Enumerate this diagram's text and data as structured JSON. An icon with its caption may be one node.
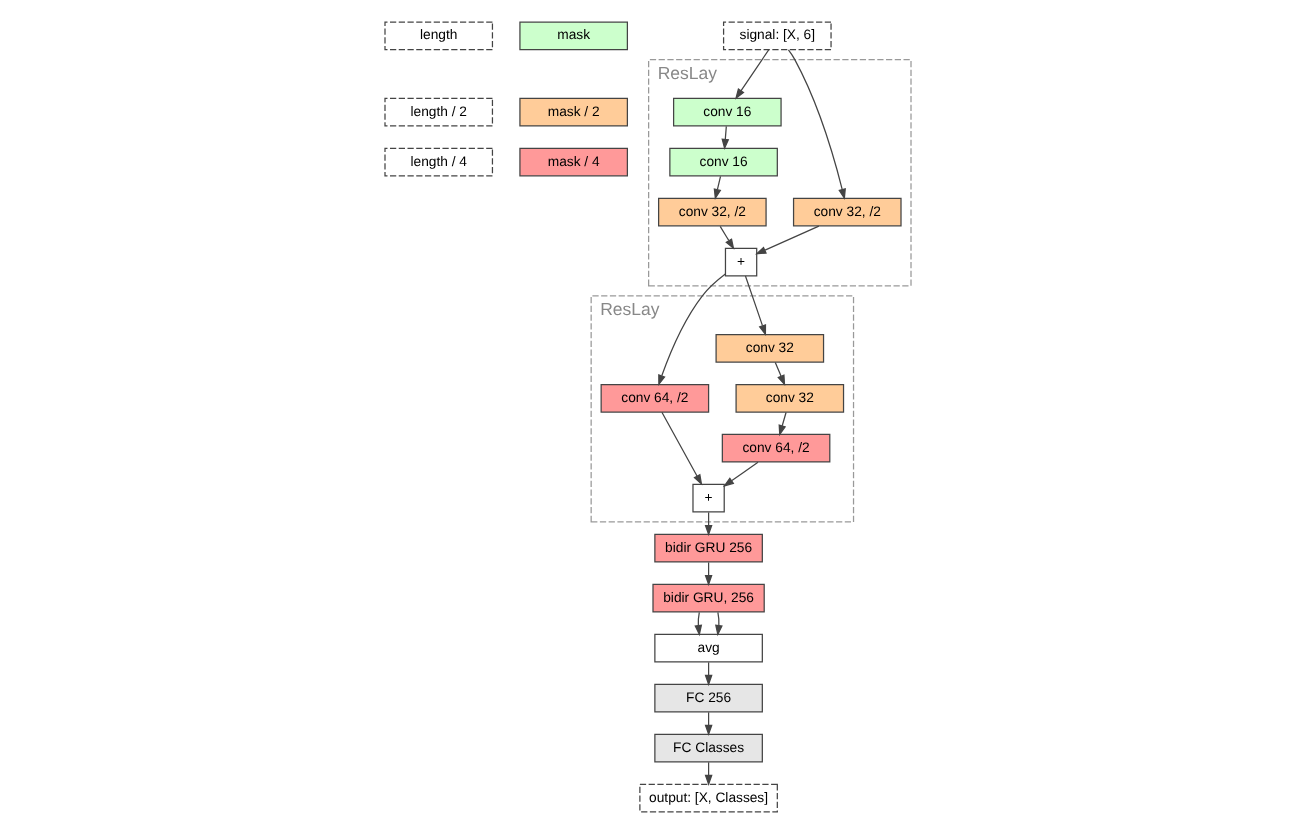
{
  "diagram": {
    "nodes": [
      {
        "text": [
          "length"
        ]
      },
      {
        "text": [
          "mask"
        ]
      },
      {
        "text": [
          "length / 2"
        ]
      },
      {
        "text": [
          "mask / 2"
        ]
      },
      {
        "text": [
          "length / 4"
        ]
      },
      {
        "text": [
          "mask / 4"
        ]
      },
      {
        "text": [
          "signal: [X, 6]"
        ]
      },
      {
        "text": [
          "ResLay"
        ]
      },
      {
        "text": [
          "conv 32, /2"
        ],
        "in": 7
      },
      {
        "text": [
          "conv 16"
        ],
        "in": 7
      },
      {
        "text": [
          "conv 16"
        ],
        "in": 7
      },
      {
        "text": [
          "conv 32, /2"
        ],
        "in": 7
      },
      {
        "text": [
          "+"
        ],
        "in": 7
      },
      {
        "text": [
          "ResLay"
        ]
      },
      {
        "text": [
          "conv 64, /2"
        ],
        "in": 13
      },
      {
        "text": [
          "conv 32"
        ],
        "in": 13
      },
      {
        "text": [
          "conv 32"
        ],
        "in": 13
      },
      {
        "text": [
          "conv 64, /2"
        ],
        "in": 13
      },
      {
        "text": [
          "+"
        ],
        "in": 13
      },
      {
        "text": [
          "bidir GRU 256"
        ]
      },
      {
        "text": [
          "bidir GRU, 256"
        ]
      },
      {
        "text": [
          "avg"
        ]
      },
      {
        "text": [
          "FC 256"
        ]
      },
      {
        "text": [
          "FC Classes"
        ]
      },
      {
        "text": [
          "output: [X, Classes]"
        ]
      }
    ],
    "edges": [
      {
        "from": 6,
        "to": 8,
        "arrow": "to"
      },
      {
        "from": 6,
        "to": 9,
        "arrow": "to"
      },
      {
        "from": 9,
        "to": 10,
        "arrow": "to"
      },
      {
        "from": 10,
        "to": 11,
        "arrow": "to"
      },
      {
        "from": 11,
        "to": 12,
        "arrow": "to"
      },
      {
        "from": 8,
        "to": 12,
        "arrow": "to"
      },
      {
        "from": 12,
        "to": 14,
        "arrow": "to"
      },
      {
        "from": 12,
        "to": 15,
        "arrow": "to"
      },
      {
        "from": 15,
        "to": 16,
        "arrow": "to"
      },
      {
        "from": 16,
        "to": 17,
        "arrow": "to"
      },
      {
        "from": 17,
        "to": 18,
        "arrow": "to"
      },
      {
        "from": 14,
        "to": 18,
        "arrow": "to"
      },
      {
        "from": 18,
        "to": 19,
        "arrow": "to"
      },
      {
        "from": 19,
        "to": 20,
        "arrow": "to"
      },
      {
        "from": 20,
        "to": 21,
        "arrow": "to"
      },
      {
        "from": 20,
        "to": 21,
        "arrow": "to"
      },
      {
        "from": 21,
        "to": 22,
        "arrow": "to"
      },
      {
        "from": 22,
        "to": 23,
        "arrow": "to"
      },
      {
        "from": 23,
        "to": 24,
        "arrow": "to"
      }
    ]
  }
}
